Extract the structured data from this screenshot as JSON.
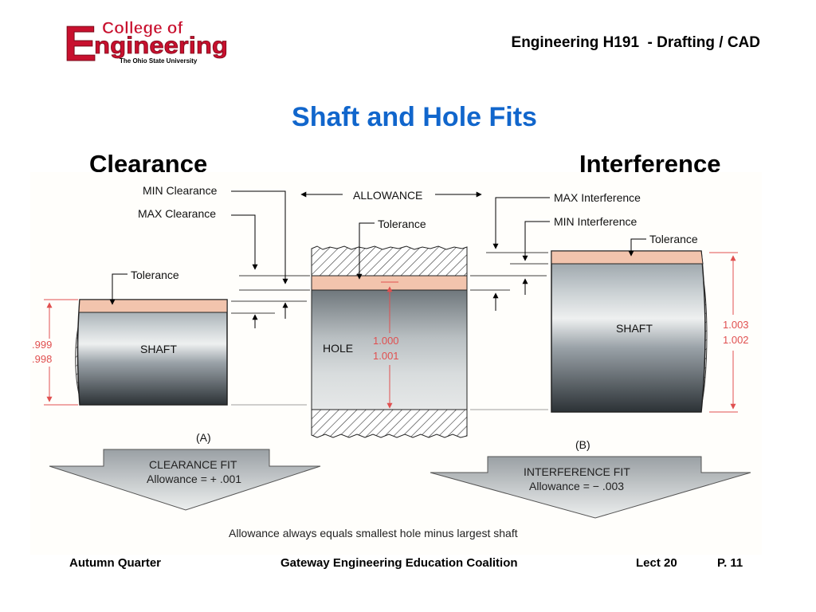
{
  "logo": {
    "big_letter": "E",
    "line1": "College of",
    "line2": "ngineering",
    "line3": "The Ohio State University"
  },
  "header": {
    "course": "Engineering H191  - Drafting / CAD"
  },
  "slide": {
    "title": "Shaft and Hole Fits",
    "left_heading": "Clearance",
    "right_heading": "Interference"
  },
  "diagram": {
    "labels": {
      "min_clearance": "MIN Clearance",
      "max_clearance": "MAX Clearance",
      "allowance": "ALLOWANCE",
      "tolerance": "Tolerance",
      "max_interference": "MAX Interference",
      "min_interference": "MIN Interference",
      "shaft": "SHAFT",
      "hole": "HOLE",
      "fig_a": "(A)",
      "fig_b": "(B)"
    },
    "dimensions": {
      "shaft_a_upper": ".999",
      "shaft_a_lower": ".998",
      "hole_upper": "1.000",
      "hole_lower": "1.001",
      "shaft_b_upper": "1.003",
      "shaft_b_lower": "1.002"
    },
    "fits": {
      "clearance_title": "CLEARANCE FIT",
      "clearance_allowance": "Allowance = + .001",
      "interference_title": "INTERFERENCE FIT",
      "interference_allowance": "Allowance = − .003"
    },
    "note": "Allowance always equals smallest hole minus largest shaft",
    "colors": {
      "tolerance_band": "#f2c4ad",
      "dimension": "#e05050",
      "title": "#1166cc"
    }
  },
  "footer": {
    "quarter": "Autumn Quarter",
    "coalition": "Gateway Engineering Education Coalition",
    "lecture": "Lect 20",
    "page": "P. 11"
  }
}
